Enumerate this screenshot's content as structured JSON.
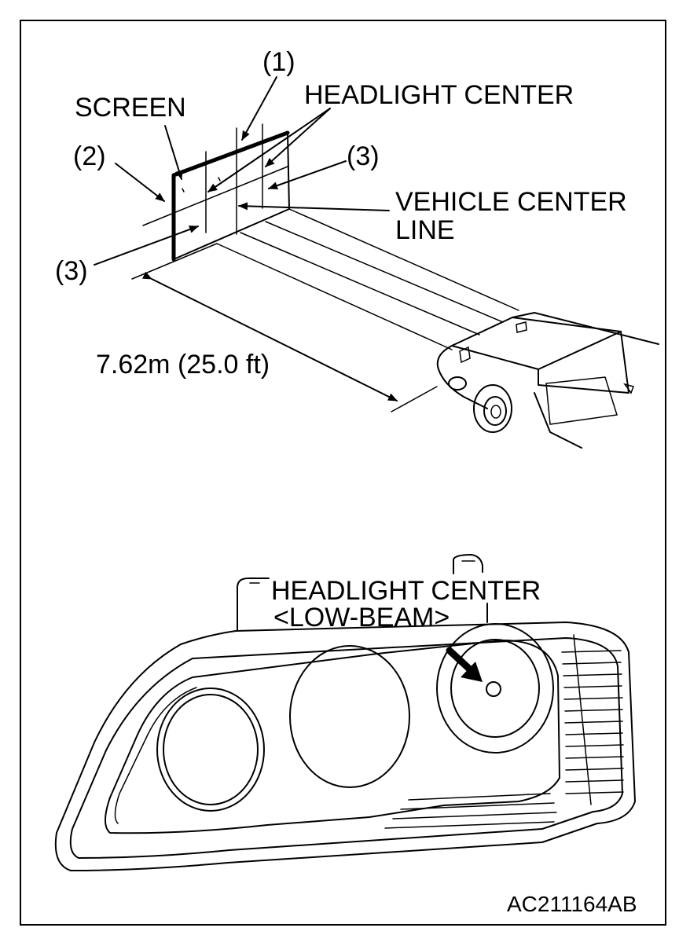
{
  "labels": {
    "callout_1": "(1)",
    "callout_2": "(2)",
    "callout_3_right": "(3)",
    "callout_3_left": "(3)",
    "screen": "SCREEN",
    "headlight_center_top": "HEADLIGHT CENTER",
    "vehicle_center_line_1": "VEHICLE CENTER",
    "vehicle_center_line_2": "LINE",
    "distance": "7.62m (25.0 ft)",
    "headlight_center_bottom": "HEADLIGHT CENTER",
    "low_beam": "<LOW-BEAM>",
    "figure_code": "AC211164AB"
  },
  "icons": {
    "screen": "aiming-screen-icon",
    "vehicle": "car-rear-icon",
    "headlamp": "headlamp-assembly-icon",
    "pointer": "arrow-pointer-icon"
  },
  "colors": {
    "line": "#000000",
    "background": "#ffffff"
  }
}
